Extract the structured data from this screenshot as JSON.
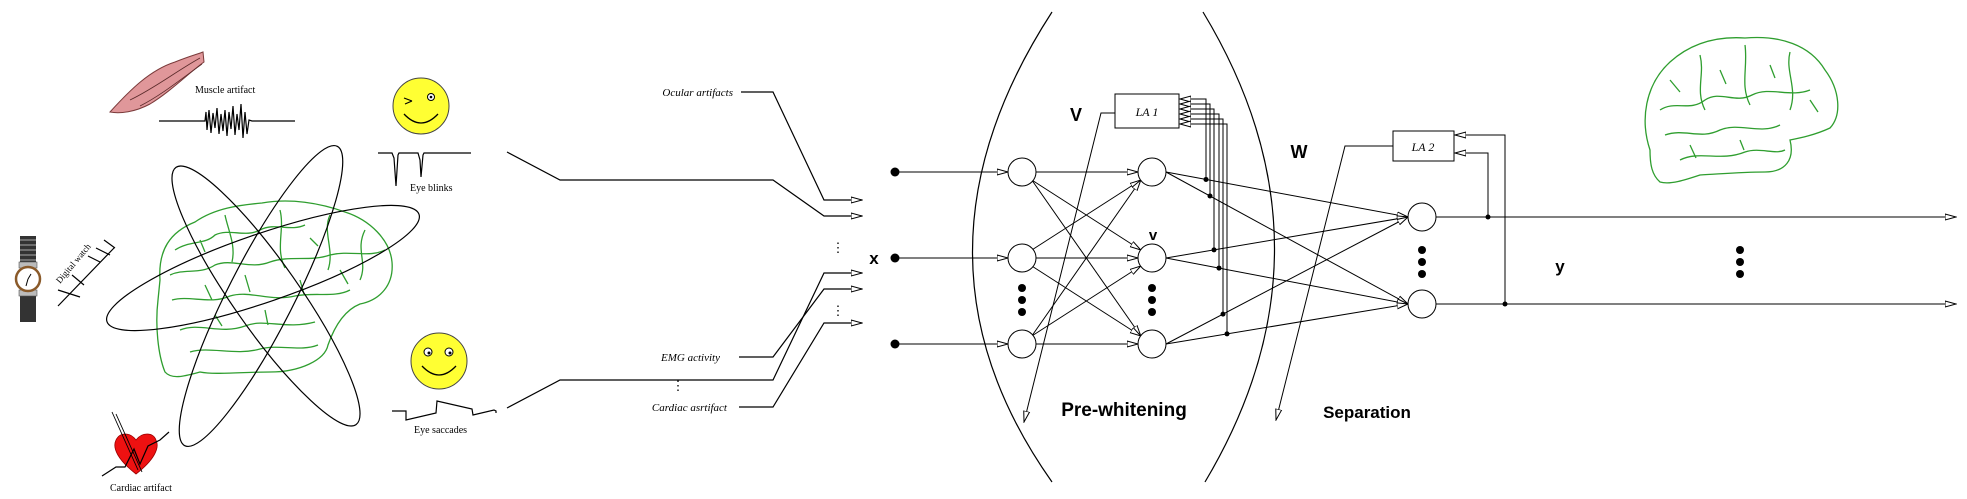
{
  "sources": {
    "muscle_label": "Muscle artifact",
    "eye_blinks_label": "Eye blinks",
    "eye_saccades_label": "Eye saccades",
    "cardiac_label": "Cardiac artifact",
    "watch_label": "Digital watch"
  },
  "inputs": {
    "ocular_label": "Ocular artifacts",
    "emg_label": "EMG activity",
    "cardiac_label": "Cardiac asrtifact",
    "x_label": "x",
    "ellipsis": "⋮"
  },
  "prewhitening": {
    "V_label": "V",
    "la_label": "LA 1",
    "v_label": "v",
    "stage_label": "Pre-whitening"
  },
  "separation": {
    "W_label": "W",
    "la_label": "LA 2",
    "y_label": "y",
    "stage_label": "Separation"
  },
  "colors": {
    "brain": "#2f9e2f",
    "smiley": "#ffff33",
    "heart": "#ee1111",
    "muscle": "#e0979a"
  },
  "icons": [
    "muscle-icon",
    "winking-smiley-icon",
    "smiley-icon",
    "heart-icon",
    "watch-icon",
    "brain-icon"
  ]
}
